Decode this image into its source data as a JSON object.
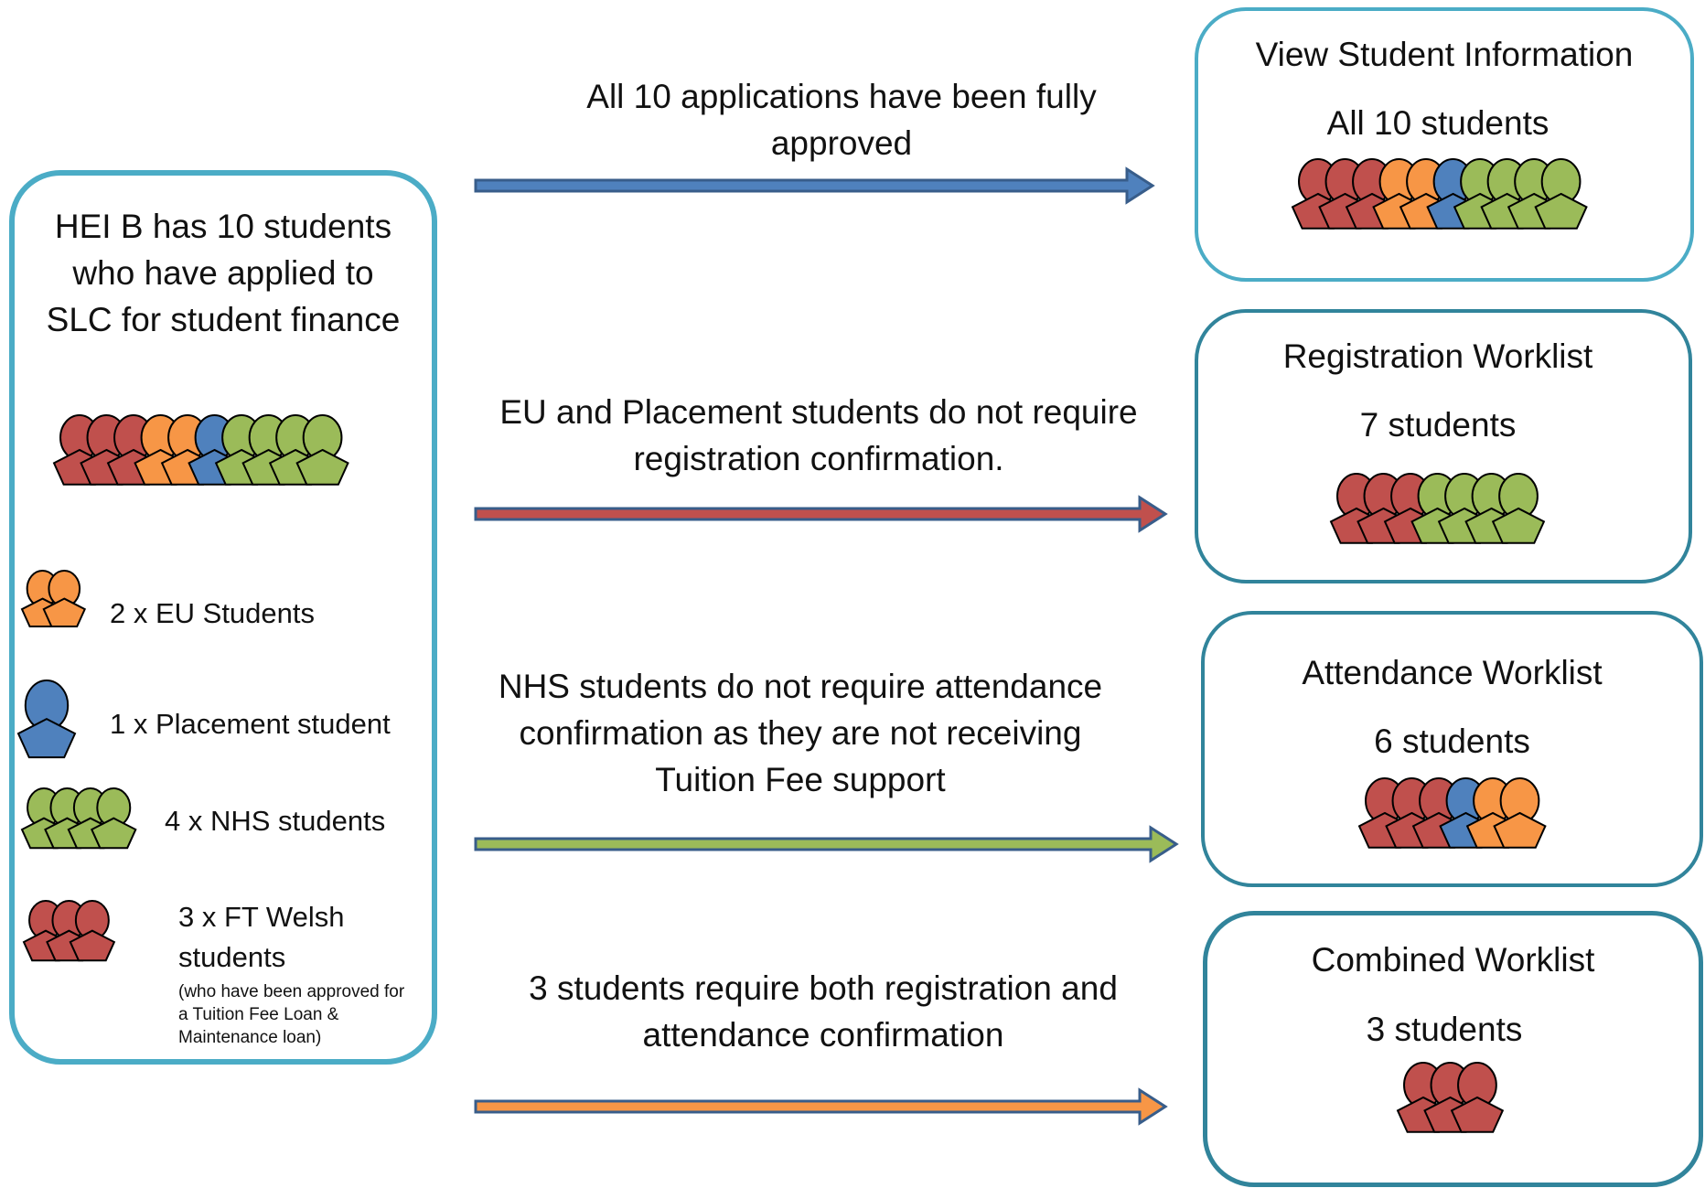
{
  "colors": {
    "red": "#C0504D",
    "orange": "#F79646",
    "blue": "#4F81BD",
    "green": "#9BBB59",
    "frame_light": "#4BACC6",
    "frame_dark": "#31849B",
    "arrow_border": "#385D8A"
  },
  "left_panel": {
    "title": "HEI B has 10 students who have applied to SLC for student finance",
    "group": [
      "red",
      "red",
      "red",
      "orange",
      "orange",
      "blue",
      "green",
      "green",
      "green",
      "green"
    ],
    "legend": [
      {
        "label": "2 x EU Students",
        "icon_colors": [
          "orange",
          "orange"
        ]
      },
      {
        "label": "1 x Placement student",
        "icon_colors": [
          "blue"
        ]
      },
      {
        "label": "4 x NHS students",
        "icon_colors": [
          "green",
          "green",
          "green",
          "green"
        ]
      },
      {
        "label_line1": "3 x FT Welsh",
        "label_line2": "students",
        "note": "(who have been approved for a Tuition Fee Loan & Maintenance loan)",
        "icon_colors": [
          "red",
          "red",
          "red"
        ]
      }
    ]
  },
  "flows": [
    {
      "caption": "All 10 applications have been fully approved",
      "arrow_color": "blue",
      "target": {
        "title": "View Student Information",
        "count": "All 10 students",
        "group": [
          "red",
          "red",
          "red",
          "orange",
          "orange",
          "blue",
          "green",
          "green",
          "green",
          "green"
        ]
      }
    },
    {
      "caption": "EU and Placement students do not require registration  confirmation.",
      "arrow_color": "red",
      "target": {
        "title": "Registration Worklist",
        "count": "7 students",
        "group": [
          "red",
          "red",
          "red",
          "green",
          "green",
          "green",
          "green"
        ]
      }
    },
    {
      "caption": "NHS students do not require attendance  confirmation as they are not receiving Tuition Fee support",
      "arrow_color": "green",
      "target": {
        "title": "Attendance Worklist",
        "count": "6 students",
        "group": [
          "red",
          "red",
          "red",
          "blue",
          "orange",
          "orange"
        ]
      }
    },
    {
      "caption": "3 students require both registration and attendance confirmation",
      "arrow_color": "orange",
      "target": {
        "title": "Combined Worklist",
        "count": "3 students",
        "group": [
          "red",
          "red",
          "red"
        ]
      }
    }
  ]
}
